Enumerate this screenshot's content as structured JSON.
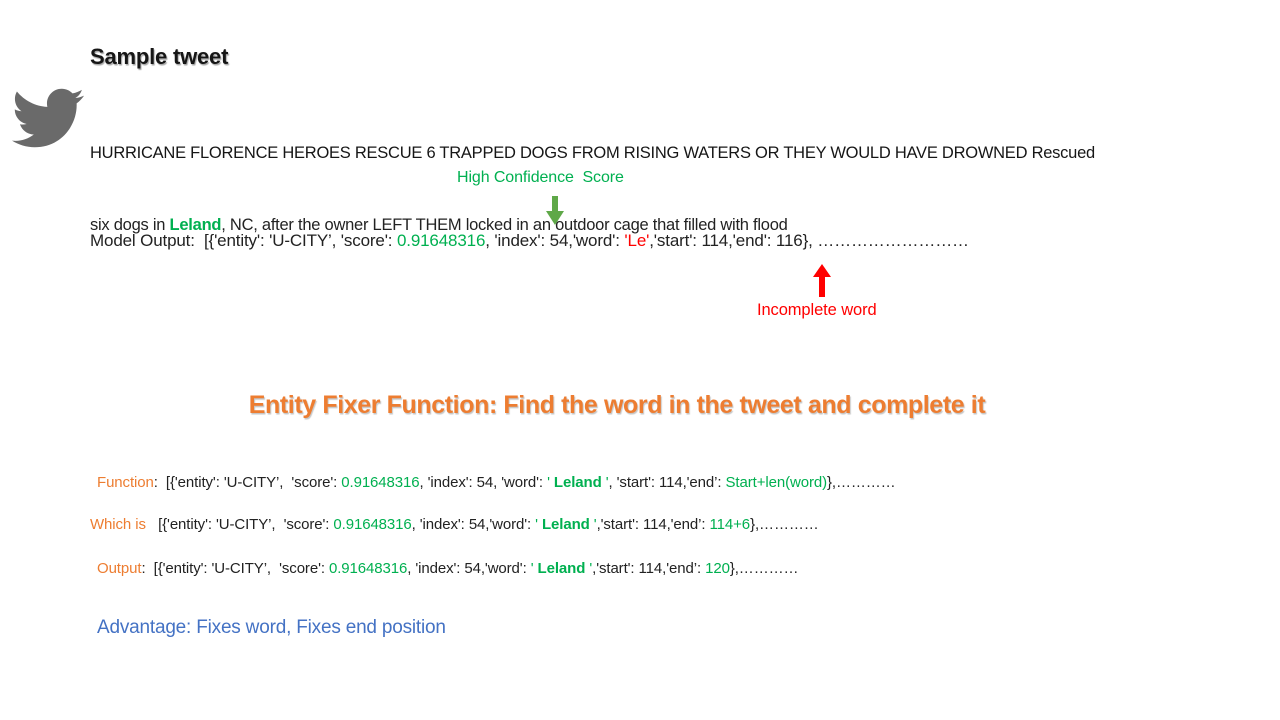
{
  "title": "Sample tweet",
  "tweet": {
    "line1": "HURRICANE FLORENCE HEROES RESCUE 6 TRAPPED DOGS FROM RISING WATERS OR THEY WOULD HAVE DROWNED Rescued",
    "line2_segments": [
      {
        "t": "six dogs in ",
        "c": "k"
      },
      {
        "t": "Leland",
        "c": "gb"
      },
      {
        "t": ", NC, after the owner LEFT THEM locked in an outdoor cage that filled with flood",
        "c": "k"
      }
    ]
  },
  "annotations": {
    "high_confidence_label": "High Confidence  Score",
    "incomplete_word_label": "Incomplete word"
  },
  "model_output_segments": [
    {
      "t": "Model Output:  [{'entity': 'U-CITY’, 'score': ",
      "c": "k"
    },
    {
      "t": "0.91648316",
      "c": "g"
    },
    {
      "t": ", 'index': 54,'word': ",
      "c": "k"
    },
    {
      "t": "'Le'",
      "c": "r"
    },
    {
      "t": ",'start': 114,'end': 116}, ………………………",
      "c": "k"
    }
  ],
  "heading": "Entity Fixer Function: Find the word in the tweet and complete it",
  "lines": {
    "function_segments": [
      {
        "t": "Function",
        "c": "o"
      },
      {
        "t": ":  [{'entity': 'U-CITY’,  'score': ",
        "c": "k"
      },
      {
        "t": "0.91648316",
        "c": "g"
      },
      {
        "t": ", 'index': 54, 'word': ",
        "c": "k"
      },
      {
        "t": "' ",
        "c": "g"
      },
      {
        "t": "Leland",
        "c": "gb"
      },
      {
        "t": " '",
        "c": "g"
      },
      {
        "t": ", 'start': 114,'end’: ",
        "c": "k"
      },
      {
        "t": "Start+len(word)",
        "c": "g"
      },
      {
        "t": "},…………",
        "c": "k"
      }
    ],
    "which_is_segments": [
      {
        "t": "Which is",
        "c": "o"
      },
      {
        "t": "   [{'entity': 'U-CITY’,  'score': ",
        "c": "k"
      },
      {
        "t": "0.91648316",
        "c": "g"
      },
      {
        "t": ", 'index': 54,'word': ",
        "c": "k"
      },
      {
        "t": "' ",
        "c": "g"
      },
      {
        "t": "Leland",
        "c": "gb"
      },
      {
        "t": " '",
        "c": "g"
      },
      {
        "t": ",'start': 114,'end’: ",
        "c": "k"
      },
      {
        "t": "114+6",
        "c": "g"
      },
      {
        "t": "},…………",
        "c": "k"
      }
    ],
    "output_segments": [
      {
        "t": "Output",
        "c": "o"
      },
      {
        "t": ":  [{'entity': 'U-CITY’,  'score': ",
        "c": "k"
      },
      {
        "t": "0.91648316",
        "c": "g"
      },
      {
        "t": ", 'index': 54,'word': ",
        "c": "k"
      },
      {
        "t": "' ",
        "c": "g"
      },
      {
        "t": "Leland",
        "c": "gb"
      },
      {
        "t": " '",
        "c": "g"
      },
      {
        "t": ",'start': 114,'end’: ",
        "c": "k"
      },
      {
        "t": "120",
        "c": "g"
      },
      {
        "t": "},…………",
        "c": "k"
      }
    ]
  },
  "advantage": "Advantage: Fixes word, Fixes end position",
  "icons": {
    "twitter_bird": "twitter-bird-icon",
    "green_down_arrow": "down-arrow-icon",
    "red_up_arrow": "up-arrow-icon"
  },
  "colors": {
    "green": "#00B050",
    "arrow_green": "#5FA848",
    "red": "#FF0000",
    "orange": "#ED7D31",
    "blue": "#4472C4",
    "bird_gray": "#6A6A6A",
    "text": "#1A1A1A"
  }
}
